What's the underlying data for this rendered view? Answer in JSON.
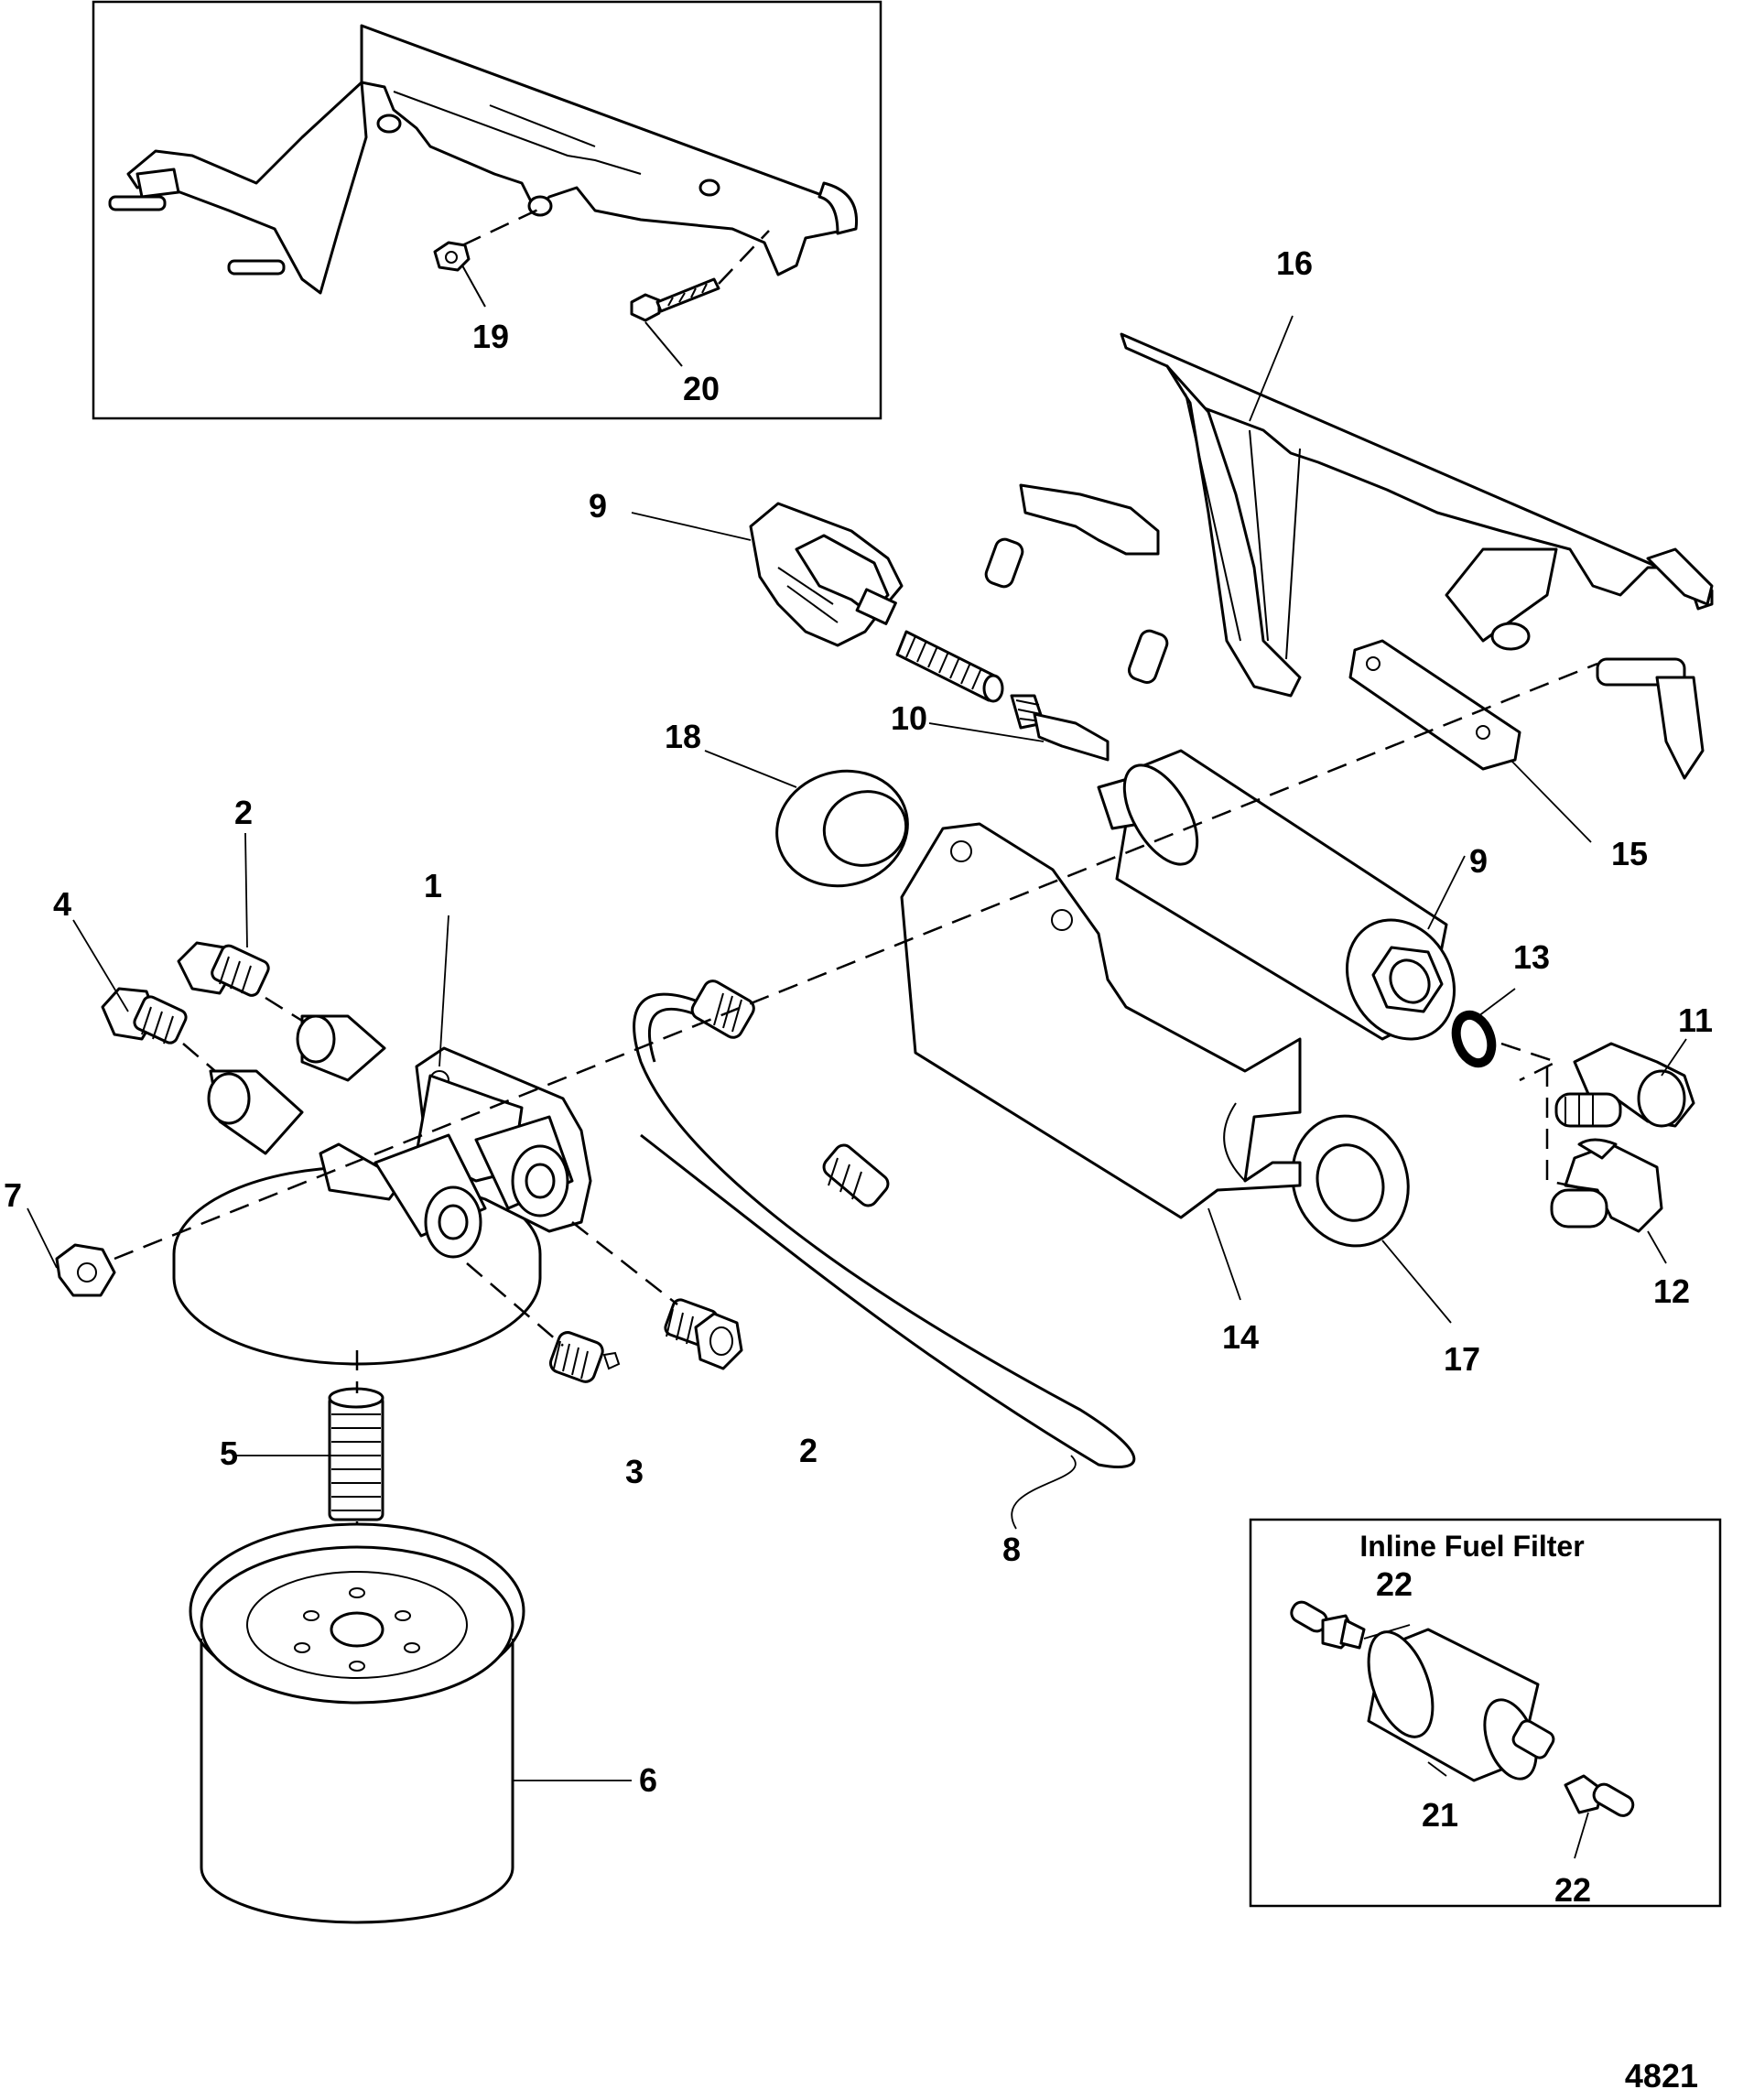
{
  "callouts": {
    "c1": "1",
    "c2a": "2",
    "c2b": "2",
    "c3": "3",
    "c4": "4",
    "c5": "5",
    "c6": "6",
    "c7": "7",
    "c8": "8",
    "c9a": "9",
    "c9b": "9",
    "c10": "10",
    "c11": "11",
    "c12": "12",
    "c13": "13",
    "c14": "14",
    "c15": "15",
    "c16": "16",
    "c17": "17",
    "c18": "18",
    "c19": "19",
    "c20": "20",
    "c21": "21",
    "c22a": "22",
    "c22b": "22"
  },
  "inset_title": "Inline Fuel Filter",
  "figure_number": "4821"
}
